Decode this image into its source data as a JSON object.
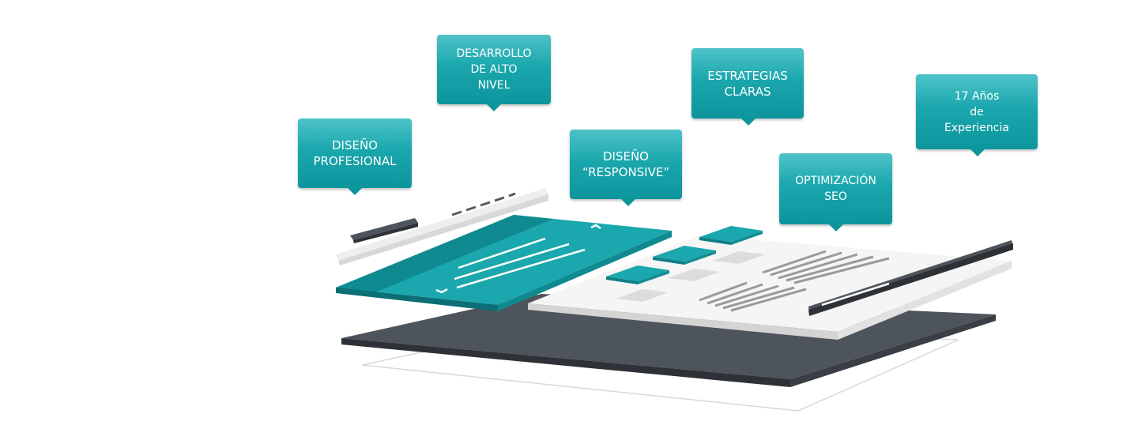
{
  "callouts": {
    "diseno_profesional": "DISEÑO\nPROFESIONAL",
    "desarrollo": "DESARROLLO\nDE ALTO\nNIVEL",
    "responsive": "DISEÑO\n“RESPONSIVE”",
    "estrategias": "ESTRATEGIAS\nCLARAS",
    "seo": "OPTIMIZACIÓN\nSEO",
    "experiencia": "17 Años\nde\nExperiencia"
  },
  "colors": {
    "teal": "#1ba3a9",
    "teal_dark": "#0f7f86",
    "slate": "#4e545b",
    "slate_edge": "#2e3237",
    "panel_light": "#f4f4f4",
    "panel_edge": "#d9d9d9",
    "text_gray": "#9a9a9a"
  }
}
